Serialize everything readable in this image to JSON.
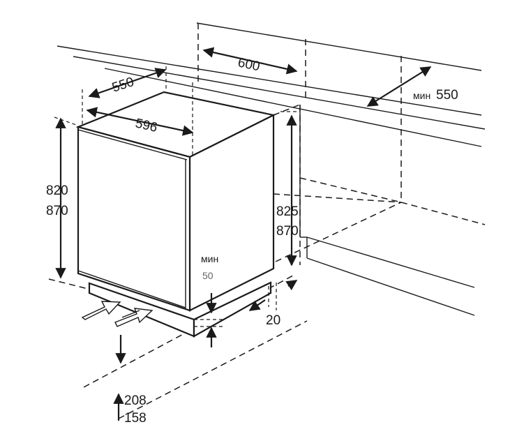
{
  "diagram": {
    "labels": {
      "cabinet_width": "600",
      "cabinet_depth_prefix": "мин",
      "cabinet_depth_value": "550",
      "appliance_depth": "550",
      "appliance_width": "596",
      "appliance_height_min": "820",
      "appliance_height_max": "870",
      "niche_height_min": "825",
      "niche_height_max": "870",
      "base_gap_prefix": "мин",
      "base_gap_value": "50",
      "recess": "20",
      "plinth_height_max": "208",
      "plinth_height_min": "158"
    }
  }
}
